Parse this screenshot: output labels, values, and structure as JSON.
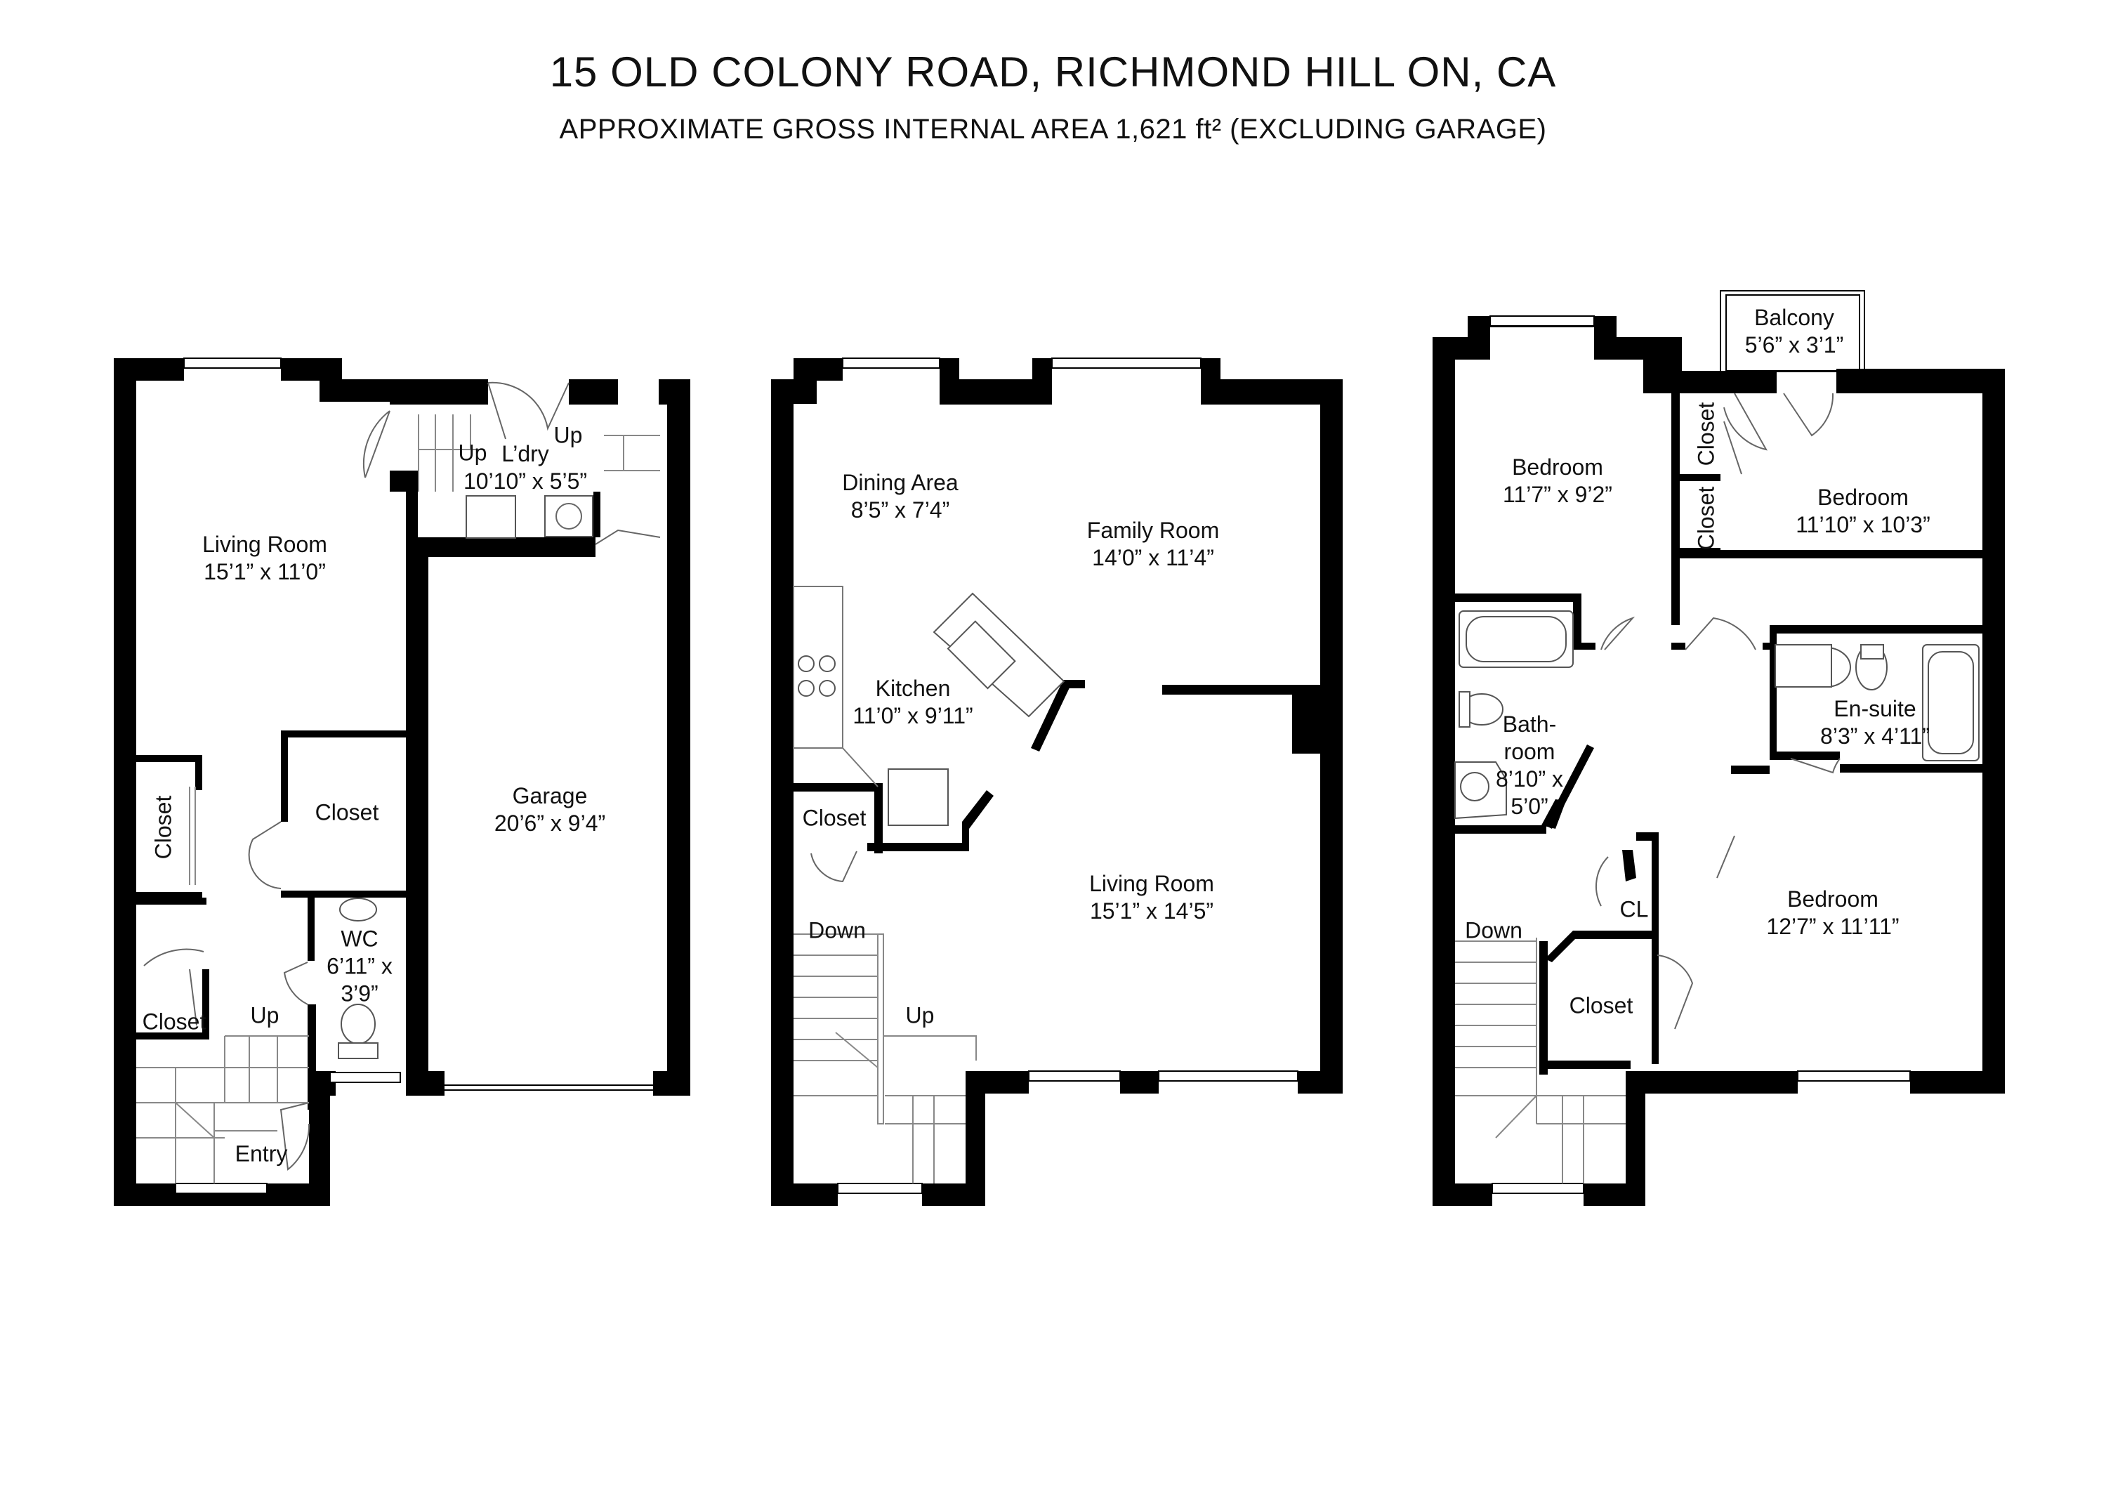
{
  "header": {
    "title": "15 OLD COLONY ROAD, RICHMOND HILL ON, CA",
    "subtitle": "APPROXIMATE GROSS INTERNAL AREA 1,621 ft² (EXCLUDING GARAGE)"
  },
  "floor1": {
    "living_room": {
      "name": "Living Room",
      "size": "15’1” x 11’0”"
    },
    "laundry": {
      "name": "L’dry",
      "size": "10’10” x 5’5”"
    },
    "up_left": "Up",
    "up_right": "Up",
    "closet_vertical": "Closet",
    "closet_center": "Closet",
    "closet_lower": "Closet",
    "wc": {
      "name": "WC",
      "size_line1": "6’11” x",
      "size_line2": "3’9”"
    },
    "up_stairs": "Up",
    "entry": "Entry",
    "garage": {
      "name": "Garage",
      "size": "20’6” x 9’4”"
    }
  },
  "floor2": {
    "dining": {
      "name": "Dining Area",
      "size": "8’5” x 7’4”"
    },
    "family": {
      "name": "Family Room",
      "size": "14’0” x 11’4”"
    },
    "kitchen": {
      "name": "Kitchen",
      "size": "11’0” x 9’11”"
    },
    "closet": "Closet",
    "living": {
      "name": "Living Room",
      "size": "15’1” x 14’5”"
    },
    "down": "Down",
    "up": "Up"
  },
  "floor3": {
    "balcony": {
      "name": "Balcony",
      "size": "5’6” x 3’1”"
    },
    "bedroom_nw": {
      "name": "Bedroom",
      "size": "11’7” x 9’2”"
    },
    "bedroom_ne": {
      "name": "Bedroom",
      "size": "11’10” x 10’3”"
    },
    "closet_a": "Closet",
    "closet_b": "Closet",
    "bathroom": {
      "line1": "Bath-",
      "line2": "room",
      "line3": "8’10” x",
      "line4": "5’0”"
    },
    "ensuite": {
      "name": "En-suite",
      "size": "8’3” x 4’11”"
    },
    "cl": "CL",
    "closet_c": "Closet",
    "bedroom_s": {
      "name": "Bedroom",
      "size": "12’7” x 11’11”"
    },
    "down": "Down"
  }
}
